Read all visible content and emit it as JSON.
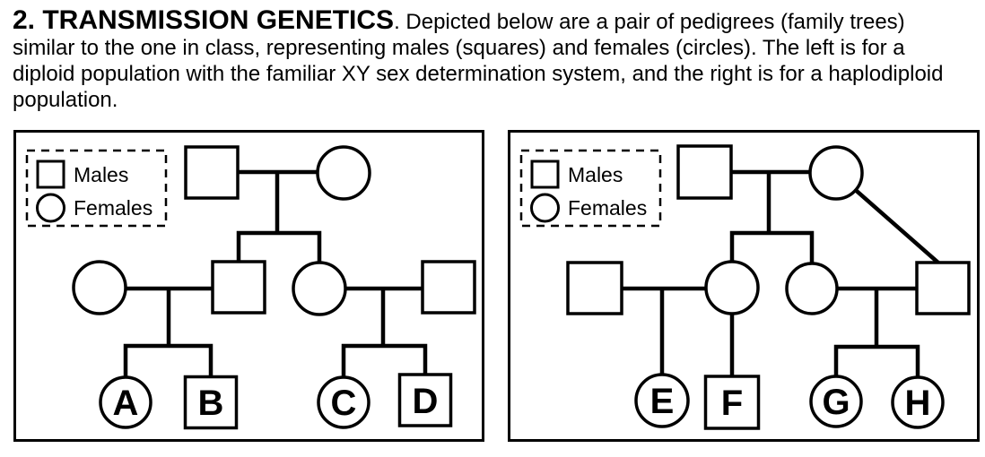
{
  "header": {
    "title_bold": "2. TRANSMISSION GENETICS",
    "title_rest": ". Depicted below are a pair of pedigrees (family trees) similar to the one in class, representing males (squares) and females (circles). The left is for a diploid population with the familiar XY sex determination system, and the right is for a haplodiploid population."
  },
  "legend": {
    "males_label": "Males",
    "females_label": "Females"
  },
  "left_pedigree": {
    "population": "diploid (XY sex determination)",
    "labels": [
      "A",
      "B",
      "C",
      "D"
    ],
    "members": [
      {
        "generation": 1,
        "sex": "male"
      },
      {
        "generation": 1,
        "sex": "female"
      },
      {
        "generation": 2,
        "sex": "female"
      },
      {
        "generation": 2,
        "sex": "male"
      },
      {
        "generation": 2,
        "sex": "female"
      },
      {
        "generation": 2,
        "sex": "male"
      },
      {
        "generation": 3,
        "sex": "female",
        "label": "A"
      },
      {
        "generation": 3,
        "sex": "male",
        "label": "B"
      },
      {
        "generation": 3,
        "sex": "female",
        "label": "C"
      },
      {
        "generation": 3,
        "sex": "male",
        "label": "D"
      }
    ]
  },
  "right_pedigree": {
    "population": "haplodiploid",
    "labels": [
      "E",
      "F",
      "G",
      "H"
    ],
    "members": [
      {
        "generation": 1,
        "sex": "male"
      },
      {
        "generation": 1,
        "sex": "female"
      },
      {
        "generation": 2,
        "sex": "male"
      },
      {
        "generation": 2,
        "sex": "female"
      },
      {
        "generation": 2,
        "sex": "female"
      },
      {
        "generation": 2,
        "sex": "male"
      },
      {
        "generation": 3,
        "sex": "female",
        "label": "E"
      },
      {
        "generation": 3,
        "sex": "male",
        "label": "F"
      },
      {
        "generation": 3,
        "sex": "female",
        "label": "G"
      },
      {
        "generation": 3,
        "sex": "female",
        "label": "H"
      }
    ]
  },
  "colors": {
    "line": "#000000",
    "background": "#ffffff"
  }
}
